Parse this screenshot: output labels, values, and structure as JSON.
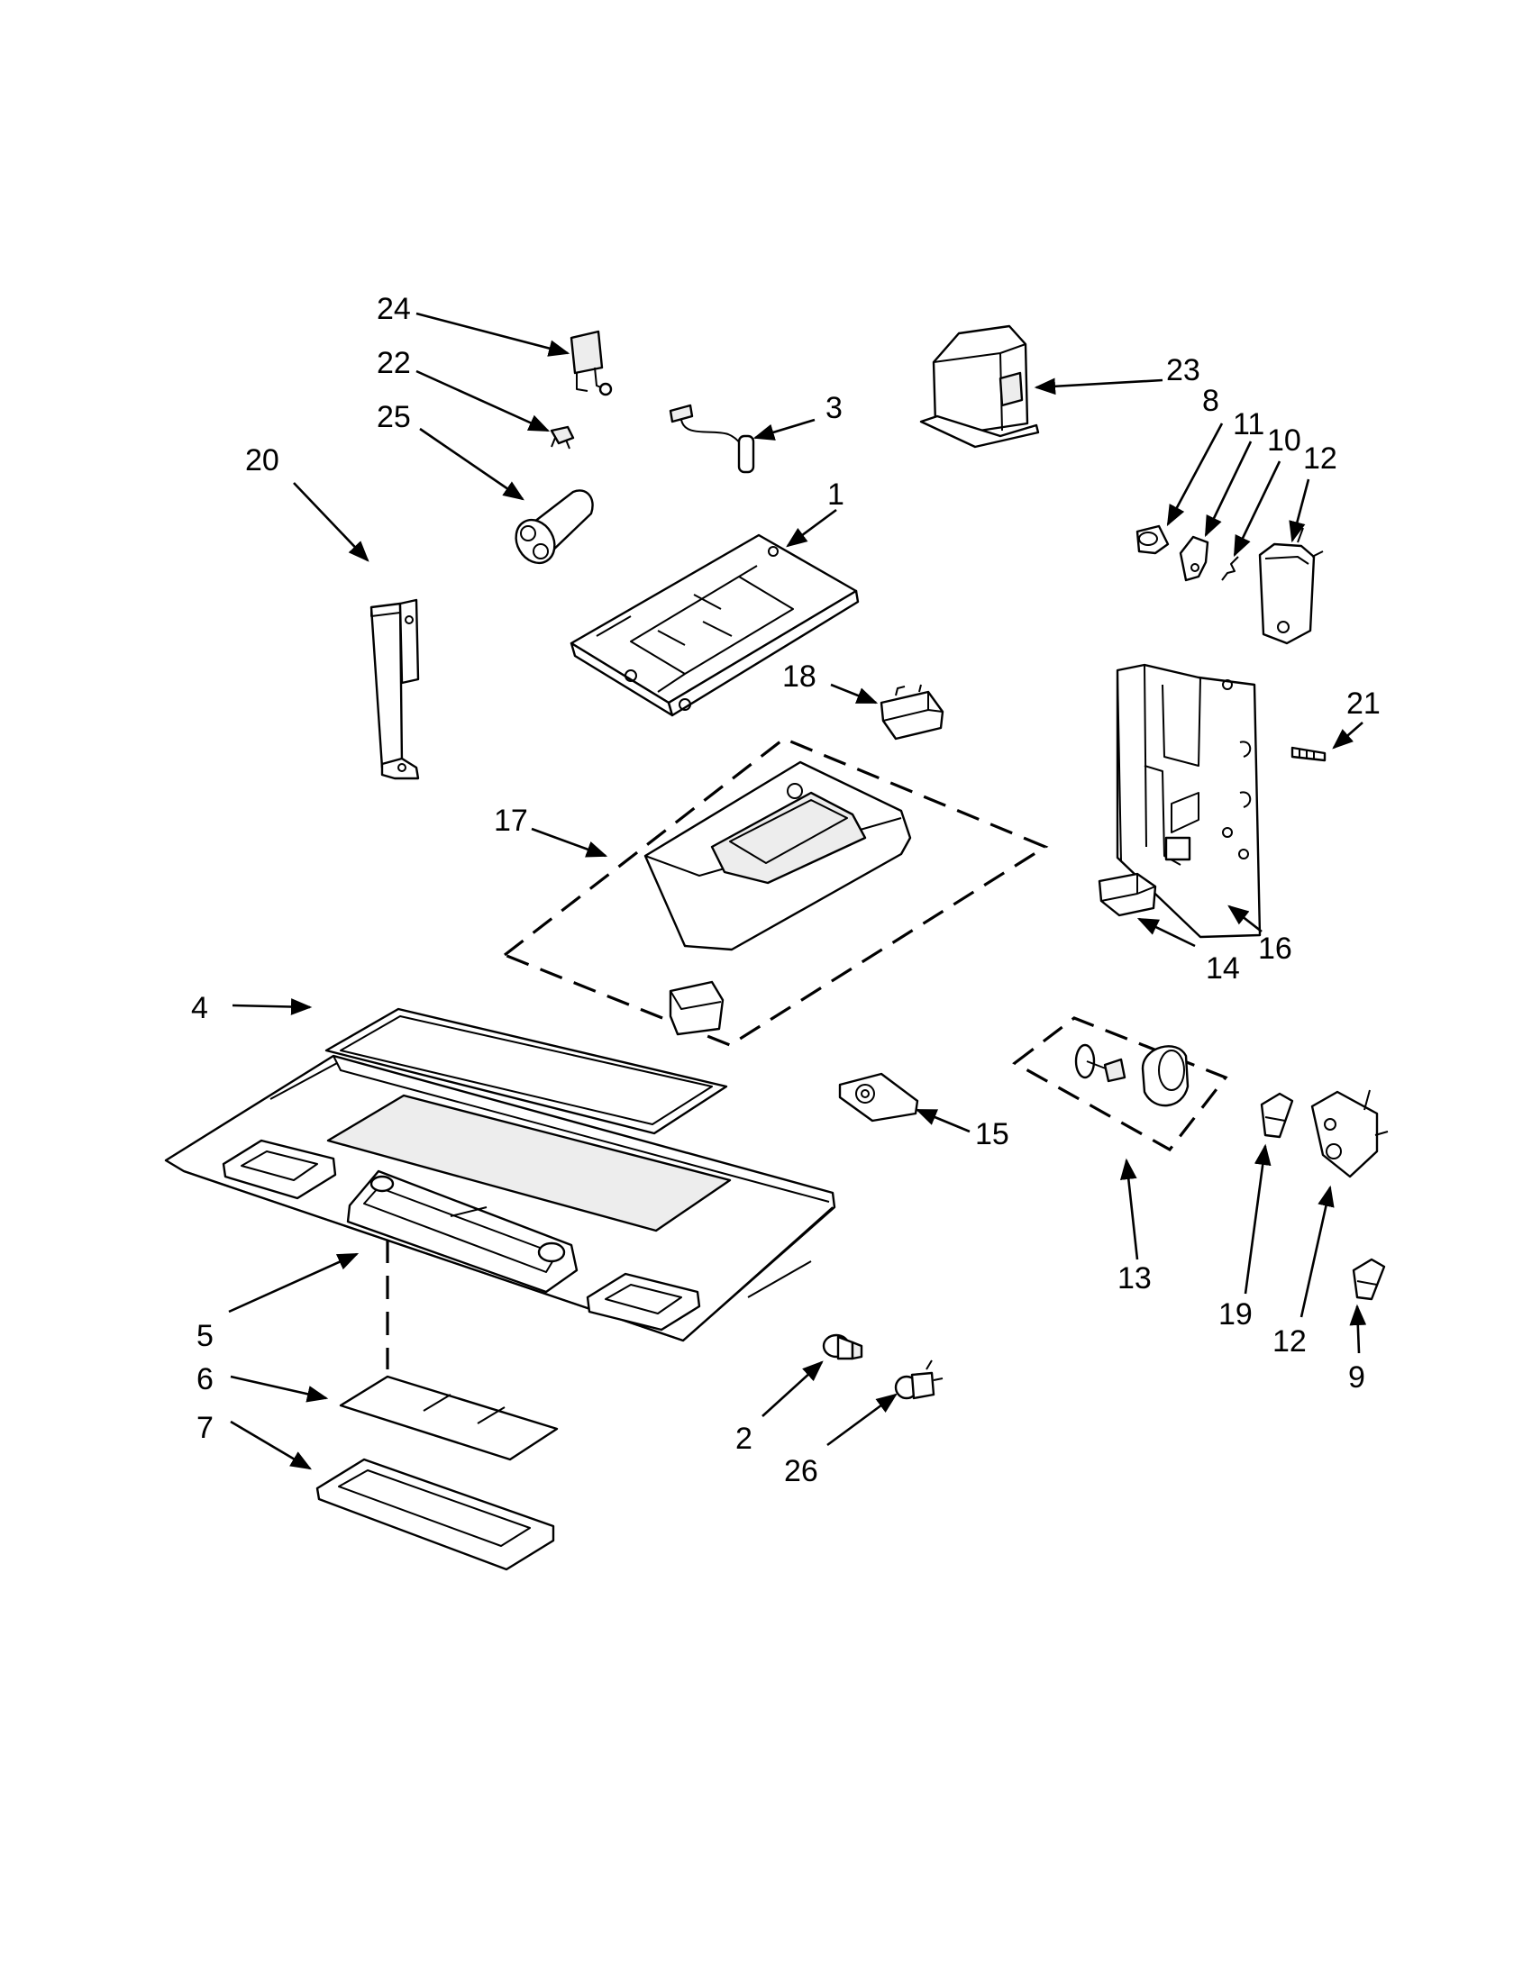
{
  "callouts": {
    "c1": "1",
    "c2": "2",
    "c3": "3",
    "c4": "4",
    "c5": "5",
    "c6": "6",
    "c7": "7",
    "c8": "8",
    "c9": "9",
    "c10": "10",
    "c11": "11",
    "c12a": "12",
    "c12b": "12",
    "c13": "13",
    "c14": "14",
    "c15": "15",
    "c16": "16",
    "c17": "17",
    "c18": "18",
    "c19": "19",
    "c20": "20",
    "c21": "21",
    "c22": "22",
    "c23": "23",
    "c24": "24",
    "c25": "25",
    "c26": "26"
  }
}
